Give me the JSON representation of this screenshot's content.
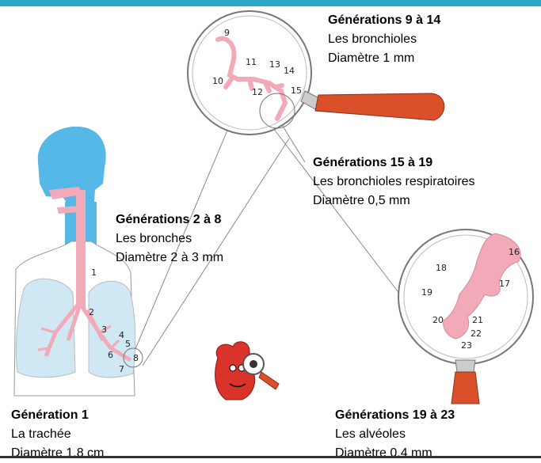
{
  "colors": {
    "top_band": "#2fa8c6",
    "body_blue": "#55b8e6",
    "lung_blue": "#cfe8f4",
    "airway_pink": "#f2a9b8",
    "handle_orange": "#d9502a",
    "heart_red": "#d9332a"
  },
  "captions": {
    "gen_1": {
      "title": "Génération 1",
      "line1": "La trachée",
      "line2": "Diamètre 1,8 cm"
    },
    "gen_2_8": {
      "title": "Générations 2 à 8",
      "line1": "Les bronches",
      "line2": "Diamètre 2 à 3 mm"
    },
    "gen_9_14": {
      "title": "Générations 9 à 14",
      "line1": "Les bronchioles",
      "line2": "Diamètre 1 mm"
    },
    "gen_15_19": {
      "title": "Générations 15 à 19",
      "line1": "Les bronchioles respiratoires",
      "line2": "Diamètre 0,5 mm"
    },
    "gen_19_23": {
      "title": "Générations 19 à 23",
      "line1": "Les alvéoles",
      "line2": "Diamètre 0,4 mm"
    }
  },
  "figure_numbers": {
    "lung": [
      "1",
      "2",
      "3",
      "4",
      "5",
      "6",
      "7",
      "8"
    ],
    "bronchioles": [
      "9",
      "10",
      "11",
      "12",
      "13",
      "14",
      "15"
    ],
    "alveoli": [
      "16",
      "17",
      "18",
      "19",
      "20",
      "21",
      "22",
      "23"
    ]
  },
  "icons": [
    "human-torso-icon",
    "magnifier-bronchioles-icon",
    "magnifier-alveoli-icon",
    "heart-mascot-magnifier-icon"
  ]
}
